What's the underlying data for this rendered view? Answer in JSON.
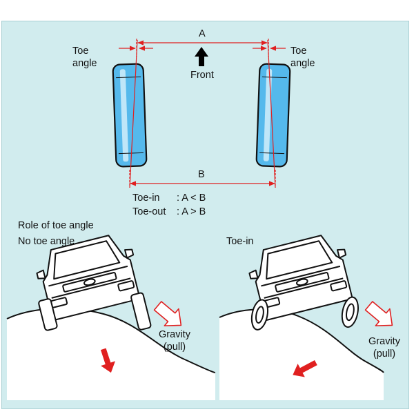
{
  "colors": {
    "background": "#d1ecee",
    "tire_fill": "#55b9ec",
    "tire_highlight": "#bfe6f8",
    "outline": "#111111",
    "dimension_red": "#e02020",
    "arrow_black": "#000000",
    "ground_fill": "#ffffff"
  },
  "top": {
    "toe_angle_left": [
      "Toe",
      "angle"
    ],
    "toe_angle_right": [
      "Toe",
      "angle"
    ],
    "dim_a": "A",
    "dim_b": "B",
    "front_label": "Front",
    "formula_toe_in": {
      "name": "Toe-in",
      "rel": ": A < B"
    },
    "formula_toe_out": {
      "name": "Toe-out",
      "rel": ": A > B"
    }
  },
  "bottom": {
    "section_title": "Role of toe angle",
    "left_panel_title": "No toe angle",
    "right_panel_title": "Toe-in",
    "gravity_left": [
      "Gravity",
      "(pull)"
    ],
    "gravity_right": [
      "Gravity",
      "(pull)"
    ]
  },
  "icons": {
    "front_arrow": "up-arrow-icon",
    "gravity_arrow": "outline-arrow-icon",
    "drift_arrow": "red-arrow-icon"
  }
}
